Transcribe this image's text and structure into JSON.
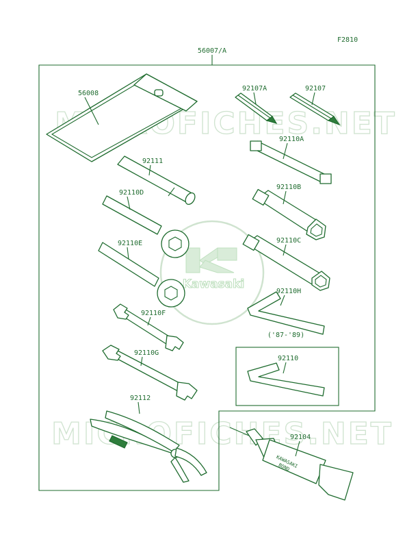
{
  "figure_code": "F2810",
  "assembly_number": "56007/A",
  "year_note": "('87-'89)",
  "watermark": {
    "text": "MICROFICHES.NET",
    "logo_text": "Kawasaki"
  },
  "tube_label": {
    "line1": "KAWASAKI",
    "line2": "BOND"
  },
  "parts": [
    {
      "id": "56008",
      "label": "56008"
    },
    {
      "id": "92107A",
      "label": "92107A"
    },
    {
      "id": "92107",
      "label": "92107"
    },
    {
      "id": "92110A",
      "label": "92110A"
    },
    {
      "id": "92111",
      "label": "92111"
    },
    {
      "id": "92110B",
      "label": "92110B"
    },
    {
      "id": "92110D",
      "label": "92110D"
    },
    {
      "id": "92110C",
      "label": "92110C"
    },
    {
      "id": "92110E",
      "label": "92110E"
    },
    {
      "id": "92110H",
      "label": "92110H"
    },
    {
      "id": "92110F",
      "label": "92110F"
    },
    {
      "id": "92110G",
      "label": "92110G"
    },
    {
      "id": "92110",
      "label": "92110"
    },
    {
      "id": "92112",
      "label": "92112"
    },
    {
      "id": "92104",
      "label": "92104"
    }
  ]
}
